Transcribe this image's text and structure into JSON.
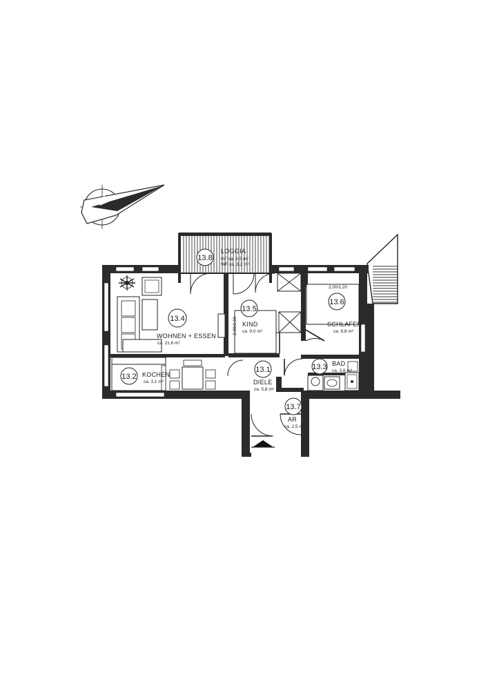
{
  "rooms": {
    "loggia": {
      "number": "13.8",
      "name": "LOGGIA",
      "area_gf": "GF ca. 6,5 m²",
      "area_wf": "WF ca. 3,2 m²"
    },
    "wohnen": {
      "number": "13.4",
      "name": "WOHNEN + ESSEN",
      "area": "ca. 21,6 m²"
    },
    "kind": {
      "number": "13.5",
      "name": "KIND",
      "area": "ca. 9,0 m²"
    },
    "schlafen": {
      "number": "13.6",
      "name": "SCHLAFEN",
      "area": "ca. 8,8 m²"
    },
    "kochen": {
      "number": "13.2",
      "name": "KOCHEN",
      "area": "ca. 3,1 m²"
    },
    "diele": {
      "number": "13.1",
      "name": "DIELE",
      "area": "ca. 5,8 m²"
    },
    "bad": {
      "number": "13.3",
      "name": "BAD",
      "area": "ca. 3,8 m²"
    },
    "ar": {
      "number": "13.7",
      "name": "AR",
      "area": "ca. 2,5 m²"
    }
  },
  "annotations": {
    "opening": "2,00/2,00",
    "top_dim": "2,00/1,20"
  },
  "icons": {
    "north_arrow": "north-arrow-icon",
    "entrance": "entrance-arrow-icon",
    "plant": "plant-icon"
  }
}
